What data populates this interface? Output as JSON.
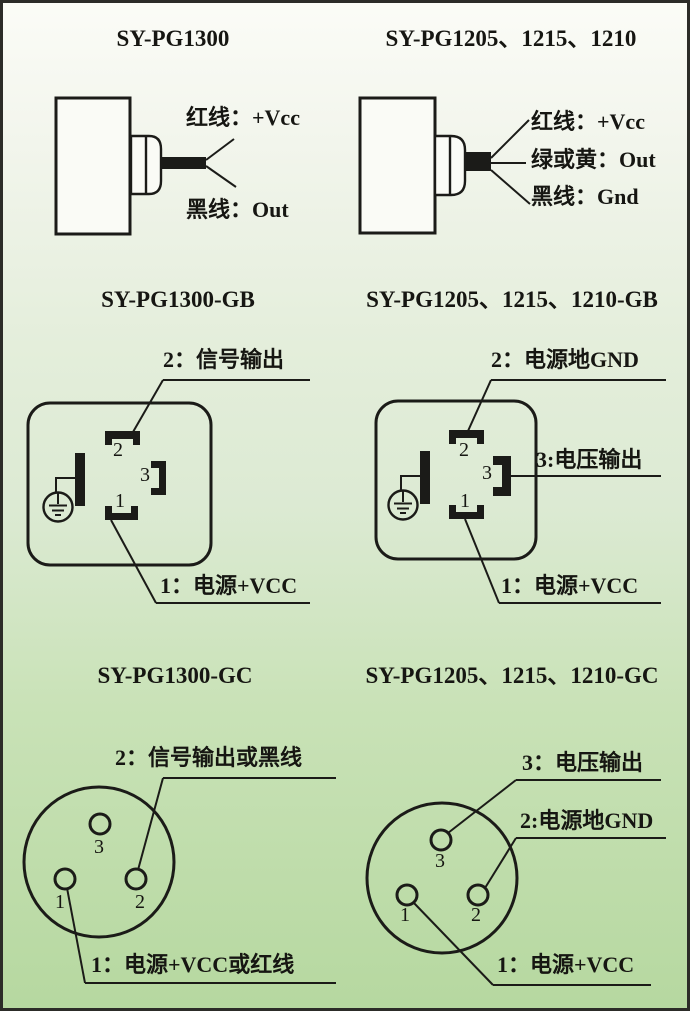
{
  "page": {
    "background_gradient_top": "#fbfcf7",
    "background_gradient_middle": "#dcead3",
    "background_gradient_bottom": "#b6d8a0",
    "line_color": "#1b1b18",
    "border_color": "#2c2c28"
  },
  "modules": {
    "pg1300": {
      "title": "SY-PG1300",
      "wire_labels": {
        "red": "红线：+Vcc",
        "black": "黑线：Out"
      }
    },
    "pg1205": {
      "title": "SY-PG1205、1215、1210",
      "wire_labels": {
        "red": "红线：+Vcc",
        "green": "绿或黄：Out",
        "black": "黑线：Gnd"
      }
    },
    "pg1300_gb": {
      "title": "SY-PG1300-GB",
      "pin2_label": "2：信号输出",
      "pin1_label": "1：电源+VCC",
      "pins": {
        "n1": "1",
        "n2": "2",
        "n3": "3"
      }
    },
    "pg1205_gb": {
      "title": "SY-PG1205、1215、1210-GB",
      "pin2_label": "2：电源地GND",
      "pin3_label": "3:电压输出",
      "pin1_label": "1：电源+VCC",
      "pins": {
        "n1": "1",
        "n2": "2",
        "n3": "3"
      }
    },
    "pg1300_gc": {
      "title": "SY-PG1300-GC",
      "pin2_label": "2：信号输出或黑线",
      "pin1_label": "1：电源+VCC或红线",
      "pins": {
        "n1": "1",
        "n2": "2",
        "n3": "3"
      }
    },
    "pg1205_gc": {
      "title": "SY-PG1205、1215、1210-GC",
      "pin3_label": "3：电压输出",
      "pin2_label": "2:电源地GND",
      "pin1_label": "1：电源+VCC",
      "pins": {
        "n1": "1",
        "n2": "2",
        "n3": "3"
      }
    }
  }
}
